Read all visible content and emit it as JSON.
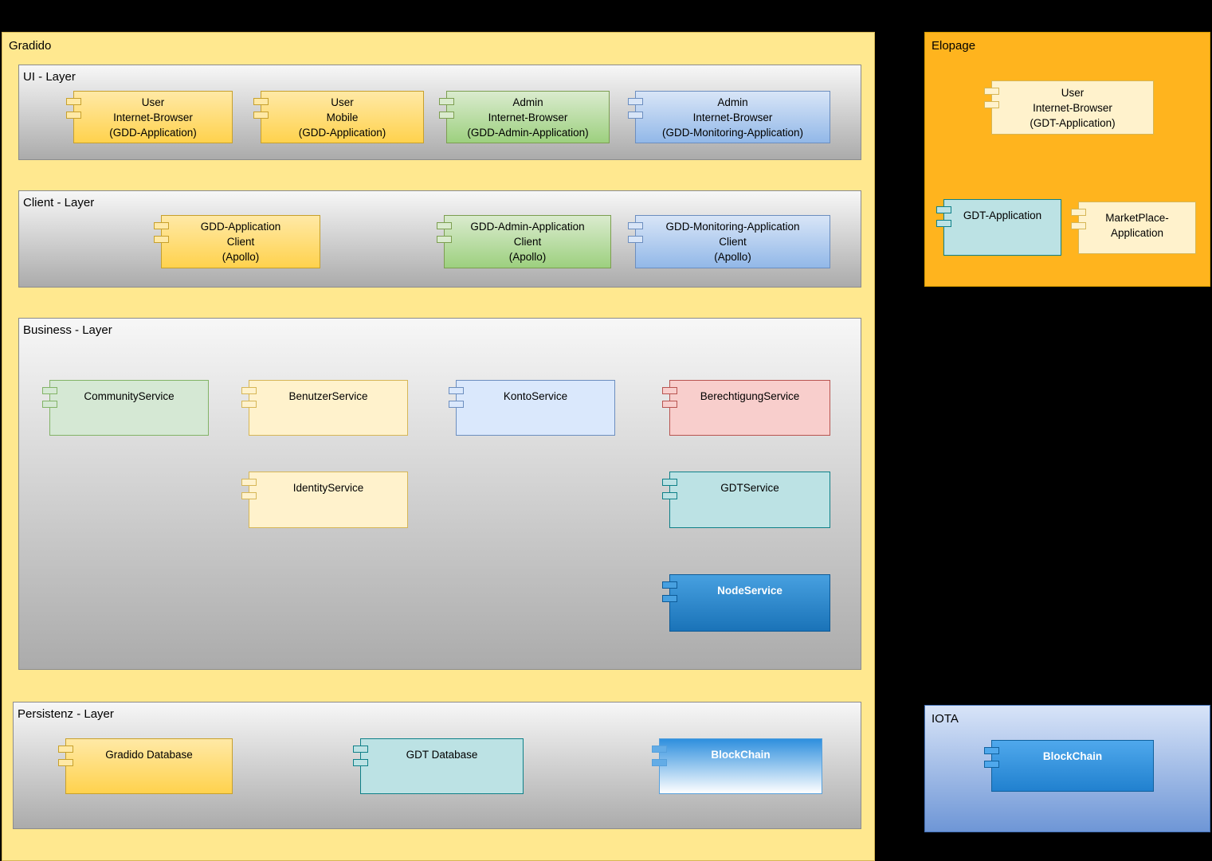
{
  "palette": {
    "background": "#000000",
    "gradido_fill": "#FFE88F",
    "gradido_border": "#D6B656",
    "elopage_fill": "#FFB41E",
    "elopage_border": "#D79B00",
    "iota_gradient_top": "#D8E4F8",
    "iota_gradient_bottom": "#6E96D6",
    "layer_gradient_top": "#F7F7F7",
    "layer_gradient_bottom": "#ABABAB",
    "yellow_component": "#FFD966",
    "pale_yellow_component": "#FFF2CC",
    "green_component": "#9DD07F",
    "pale_green_component": "#D5E8D4",
    "blue_component": "#92B8E8",
    "pale_blue_component": "#DAE8FC",
    "pink_component": "#F8CECC",
    "teal_component": "#BCE2E4",
    "node_service_blue": "#1A73B8",
    "blockchain_blue": "#2E8FDE"
  },
  "gradido": {
    "label": "Gradido",
    "layers": {
      "ui": {
        "label": "UI - Layer"
      },
      "client": {
        "label": "Client - Layer"
      },
      "business": {
        "label": "Business - Layer"
      },
      "persistenz": {
        "label": "Persistenz - Layer"
      }
    }
  },
  "elopage": {
    "label": "Elopage"
  },
  "iota": {
    "label": "IOTA"
  },
  "components": {
    "ui_user_browser": {
      "text": "User\nInternet-Browser\n(GDD-Application)"
    },
    "ui_user_mobile": {
      "text": "User\nMobile\n(GDD-Application)"
    },
    "ui_admin_browser": {
      "text": "Admin\nInternet-Browser\n(GDD-Admin-Application)"
    },
    "ui_admin_monitoring": {
      "text": "Admin\nInternet-Browser\n(GDD-Monitoring-Application)"
    },
    "client_gdd": {
      "text": "GDD-Application\nClient\n(Apollo)"
    },
    "client_admin": {
      "text": "GDD-Admin-Application\nClient\n(Apollo)"
    },
    "client_monitoring": {
      "text": "GDD-Monitoring-Application\nClient\n(Apollo)"
    },
    "community_service": {
      "text": "CommunityService"
    },
    "benutzer_service": {
      "text": "BenutzerService"
    },
    "konto_service": {
      "text": "KontoService"
    },
    "berechtigung_service": {
      "text": "BerechtigungService"
    },
    "identity_service": {
      "text": "IdentityService"
    },
    "gdt_service": {
      "text": "GDTService"
    },
    "node_service": {
      "text": "NodeService"
    },
    "gradido_database": {
      "text": "Gradido Database"
    },
    "gdt_database": {
      "text": "GDT Database"
    },
    "persistenz_blockchain": {
      "text": "BlockChain"
    },
    "elopage_user_browser": {
      "text": "User\nInternet-Browser\n(GDT-Application)"
    },
    "gdt_application": {
      "text": "GDT-Application"
    },
    "marketplace_application": {
      "text": "MarketPlace-\nApplication"
    },
    "iota_blockchain": {
      "text": "BlockChain"
    }
  }
}
